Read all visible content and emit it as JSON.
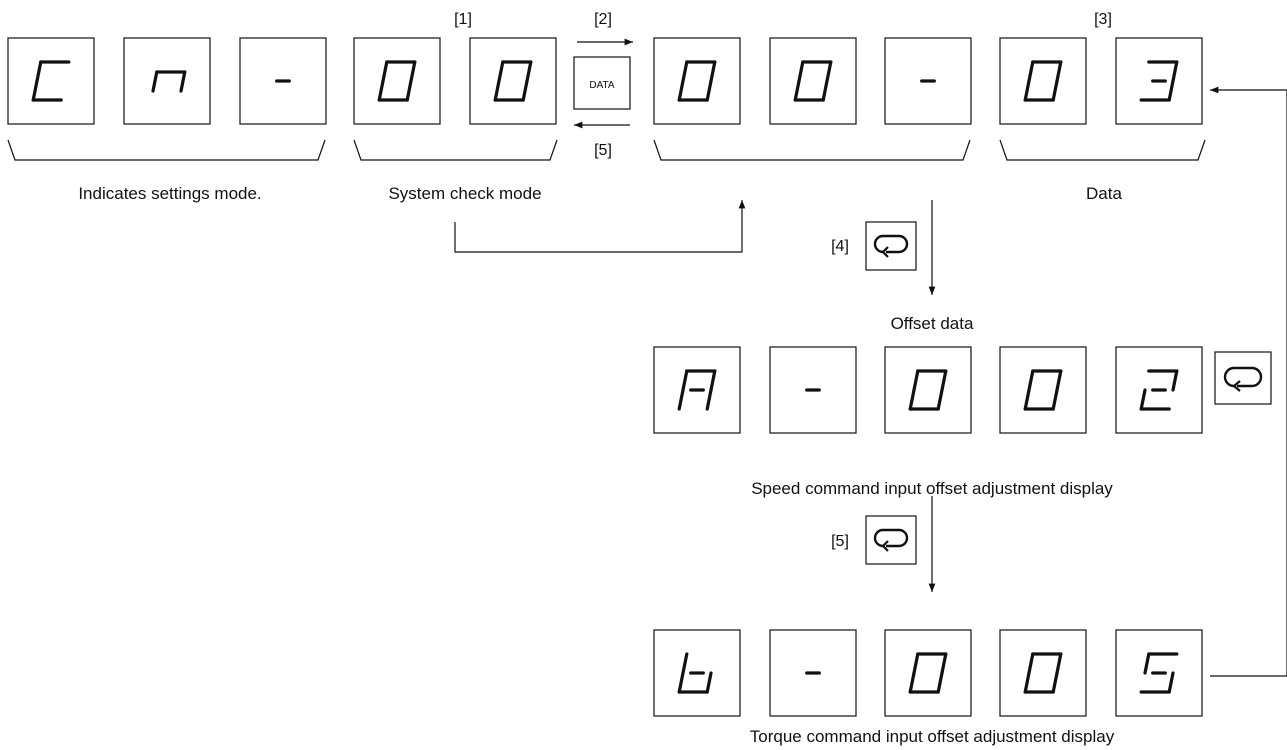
{
  "step_labels": {
    "step1": "[1]",
    "step2": "[2]",
    "step3": "[3]",
    "step4": "[4]",
    "step5_back": "[5]",
    "step5_down": "[5]"
  },
  "data_key_label": "DATA",
  "captions": {
    "settings_mode": "Indicates settings mode.",
    "system_check_mode": "System check mode",
    "data": "Data",
    "offset_data": "Offset data",
    "speed_display": "Speed command input offset adjustment display",
    "torque_display": "Torque command input offset adjustment display"
  },
  "displays": {
    "top_left": [
      "C",
      "n",
      "-",
      "0",
      "0"
    ],
    "top_right": [
      "0",
      "0",
      "-",
      "0",
      "3"
    ],
    "speed": [
      "A",
      "-",
      "0",
      "0",
      "2"
    ],
    "torque": [
      "b",
      "-",
      "0",
      "0",
      "5"
    ]
  },
  "icons": {
    "mode_key": "mode-cycle-icon",
    "data_key": "data-key-icon"
  }
}
